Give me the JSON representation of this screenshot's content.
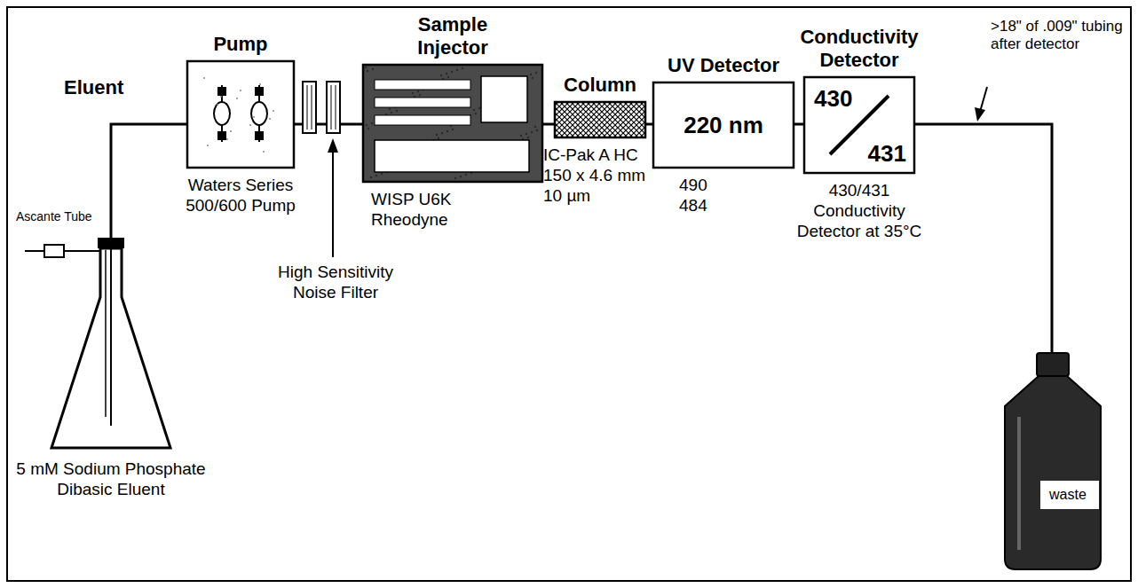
{
  "diagram": {
    "nodes": [
      {
        "text": [
          "Pump",
          "Waters Series 500/600 Pump"
        ]
      },
      {
        "text": [
          "Sample Injector",
          "WISP U6K Rheodyne"
        ]
      },
      {
        "text": [
          "Column",
          "IC-Pak A HC 150 x 4.6 mm 10 µm"
        ]
      },
      {
        "text": [
          "UV Detector",
          "220 nm",
          "490 484"
        ]
      },
      {
        "text": [
          "Conductivity Detector",
          "430",
          "431",
          "430/431 Conductivity Detector at 35°C"
        ]
      }
    ],
    "edges": [
      {
        "from": 0,
        "to": 1,
        "arrow": "none"
      },
      {
        "from": 1,
        "to": 2,
        "arrow": "none"
      },
      {
        "from": 2,
        "to": 3,
        "arrow": "none"
      },
      {
        "from": 3,
        "to": 4,
        "arrow": "none"
      }
    ],
    "labels": [
      "Eluent",
      "Ascante Tube",
      "5 mM Sodium Phosphate Dibasic Eluent",
      "High Sensitivity Noise Filter",
      ">18\" of .009\" tubing after detector",
      "waste"
    ]
  }
}
